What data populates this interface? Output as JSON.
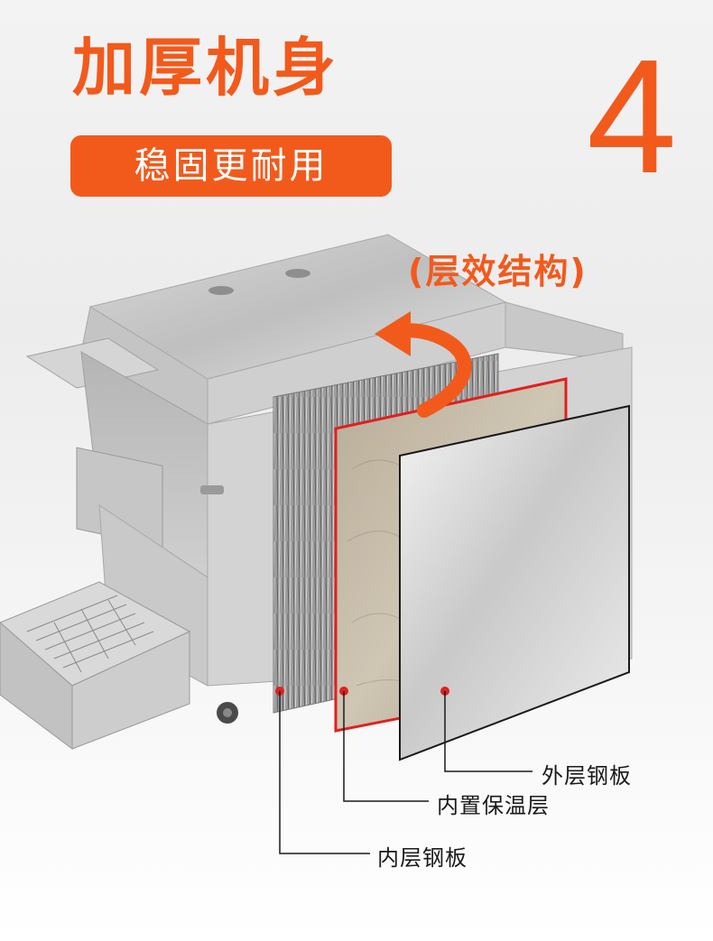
{
  "headline": {
    "title": "加厚机身",
    "pill_text": "稳固更耐用",
    "number": "4"
  },
  "structure": {
    "subtitle": "(层效结构)",
    "layers": [
      {
        "label": "外层钢板"
      },
      {
        "label": "内置保温层"
      },
      {
        "label": "内层钢板"
      }
    ]
  },
  "colors": {
    "accent": "#f25a1c",
    "marker": "#e02020",
    "text": "#1a1a1a"
  },
  "icons": [
    "curved-arrow-icon"
  ]
}
